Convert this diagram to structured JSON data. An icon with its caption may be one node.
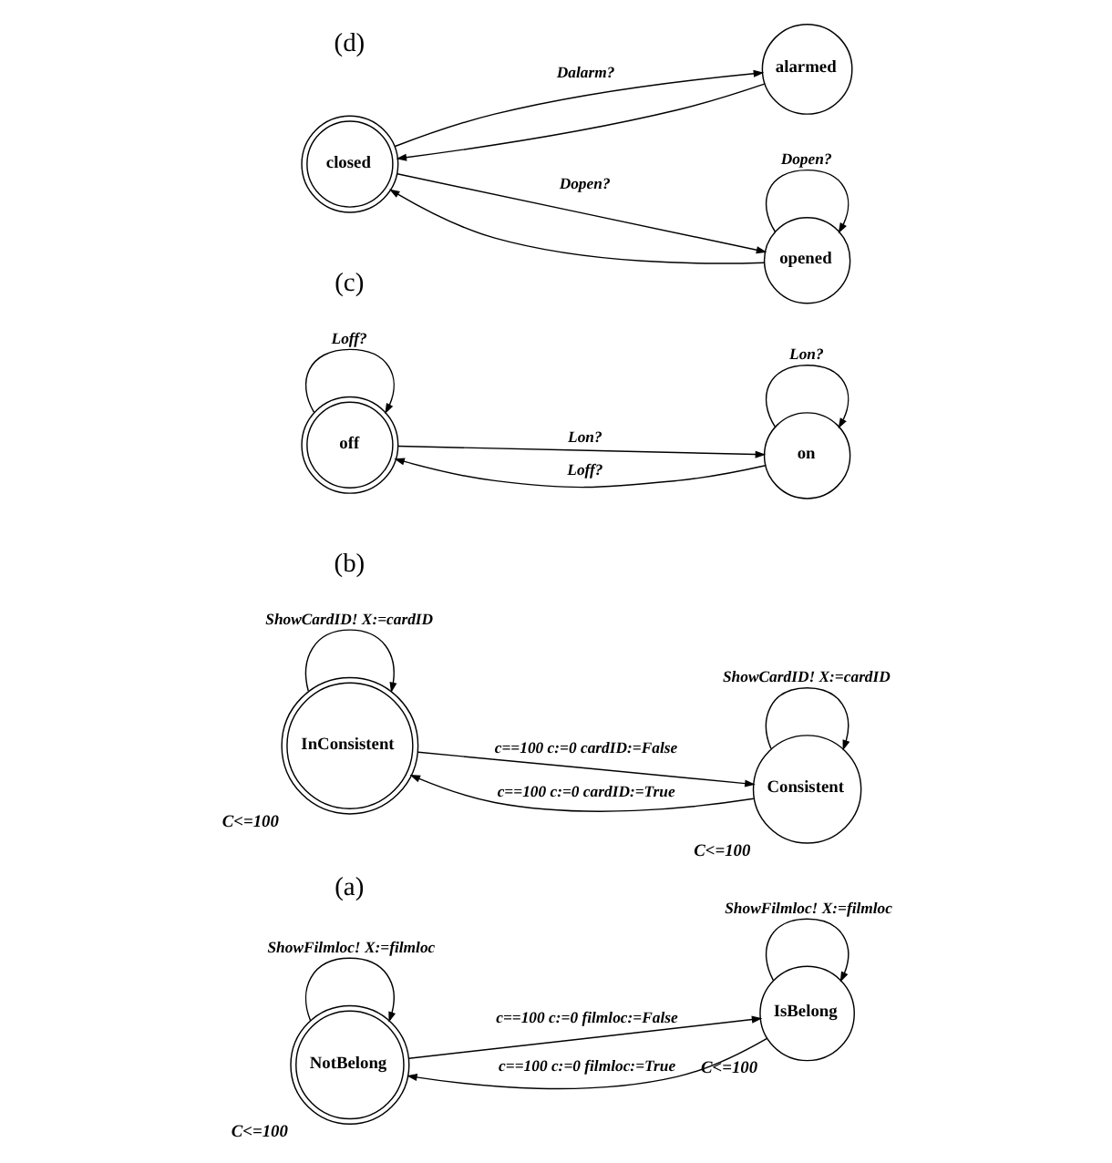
{
  "diagram": {
    "nodes": [
      {
        "text": [
          "NotBelong"
        ],
        "beside": [
          "C<=100"
        ]
      },
      {
        "text": [
          "IsBelong"
        ],
        "beside": [
          "C<=100"
        ]
      },
      {
        "text": [
          "InConsistent"
        ],
        "beside": [
          "C<=100"
        ]
      },
      {
        "text": [
          "Consistent"
        ],
        "beside": [
          "C<=100"
        ]
      },
      {
        "text": [
          "off"
        ]
      },
      {
        "text": [
          "on"
        ]
      },
      {
        "text": [
          "closed"
        ]
      },
      {
        "text": [
          "alarmed"
        ]
      },
      {
        "text": [
          "opened"
        ]
      }
    ],
    "edges": [
      {
        "from": 0,
        "to": 1,
        "arrow": "to",
        "label": "c==100 c:=0 filmloc:=False"
      },
      {
        "from": 1,
        "to": 0,
        "arrow": "to",
        "label": "c==100 c:=0 filmloc:=True"
      },
      {
        "from": 0,
        "to": 0,
        "arrow": "to",
        "label": "ShowFilmloc! X:=filmloc"
      },
      {
        "from": 1,
        "to": 1,
        "arrow": "to",
        "label": "ShowFilmloc! X:=filmloc"
      },
      {
        "from": 2,
        "to": 3,
        "arrow": "to",
        "label": "c==100 c:=0 cardID:=False"
      },
      {
        "from": 3,
        "to": 2,
        "arrow": "to",
        "label": "c==100 c:=0 cardID:=True"
      },
      {
        "from": 2,
        "to": 2,
        "arrow": "to",
        "label": "ShowCardID! X:=cardID"
      },
      {
        "from": 3,
        "to": 3,
        "arrow": "to",
        "label": "ShowCardID! X:=cardID"
      },
      {
        "from": 4,
        "to": 5,
        "arrow": "to",
        "label": "Lon?"
      },
      {
        "from": 5,
        "to": 4,
        "arrow": "to",
        "label": "Loff?"
      },
      {
        "from": 4,
        "to": 4,
        "arrow": "to",
        "label": "Loff?"
      },
      {
        "from": 5,
        "to": 5,
        "arrow": "to",
        "label": "Lon?"
      },
      {
        "from": 6,
        "to": 8,
        "arrow": "to",
        "label": "Dopen?"
      },
      {
        "from": 6,
        "to": 7,
        "arrow": "to",
        "label": "Dalarm?"
      },
      {
        "from": 7,
        "to": 6,
        "arrow": "to"
      },
      {
        "from": 8,
        "to": 6,
        "arrow": "to"
      },
      {
        "from": 8,
        "to": 8,
        "arrow": "to",
        "label": "Dopen?"
      }
    ],
    "labels": [
      "(a)",
      "(b)",
      "(c)",
      "(d)"
    ]
  }
}
